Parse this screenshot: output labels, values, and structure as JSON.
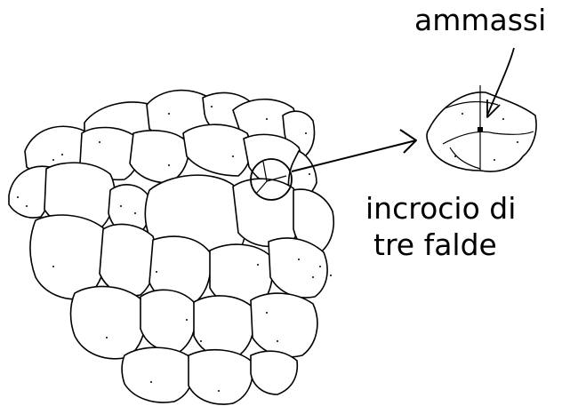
{
  "labels": {
    "top_right": "ammassi",
    "middle_right_line1": "incrocio di",
    "middle_right_line2": "tre falde"
  },
  "icons": {
    "cluster": "grain-cluster-drawing",
    "junction": "triple-junction-circle",
    "small_grain": "single-grain-drawing",
    "arrows": "pointer-arrow"
  },
  "colors": {
    "ink": "#000000",
    "background": "#ffffff"
  }
}
